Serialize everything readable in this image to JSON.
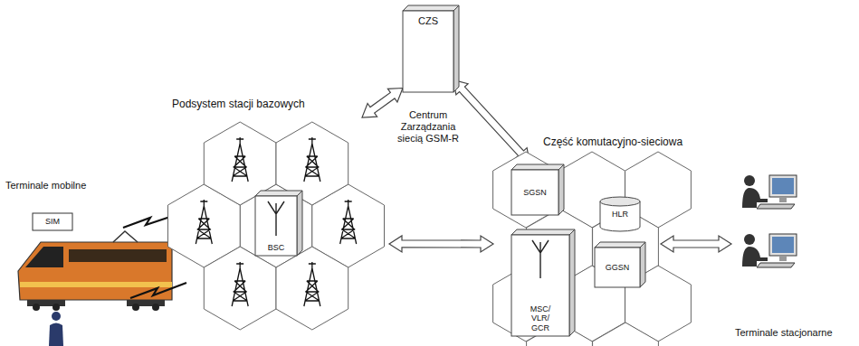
{
  "diagram": {
    "nodes": [
      {
        "text": [
          "SIM"
        ]
      },
      {
        "text": [
          "Podsystem stacji bazowych"
        ]
      },
      {
        "text": [
          "BSC"
        ],
        "in": 1
      },
      {
        "text": [
          "CZS"
        ]
      },
      {
        "text": [
          "Część komutacyjno-sieciowa"
        ]
      },
      {
        "text": [
          "SGSN"
        ],
        "in": 4
      },
      {
        "text": [
          "HLR"
        ],
        "in": 4
      },
      {
        "text": [
          "GGSN"
        ],
        "in": 4
      },
      {
        "text": [
          "MSC/ VLR/ GCR"
        ],
        "in": 4
      }
    ],
    "edges": [
      {
        "from": 3,
        "to": 1,
        "arrow": "both"
      },
      {
        "from": 3,
        "to": 4,
        "arrow": "both"
      },
      {
        "from": 1,
        "to": 4,
        "arrow": "both"
      }
    ],
    "labels": [
      "Terminale mobilne",
      "Centrum Zarządzania siecią GSM-R",
      "Terminale stacjonarne"
    ]
  }
}
